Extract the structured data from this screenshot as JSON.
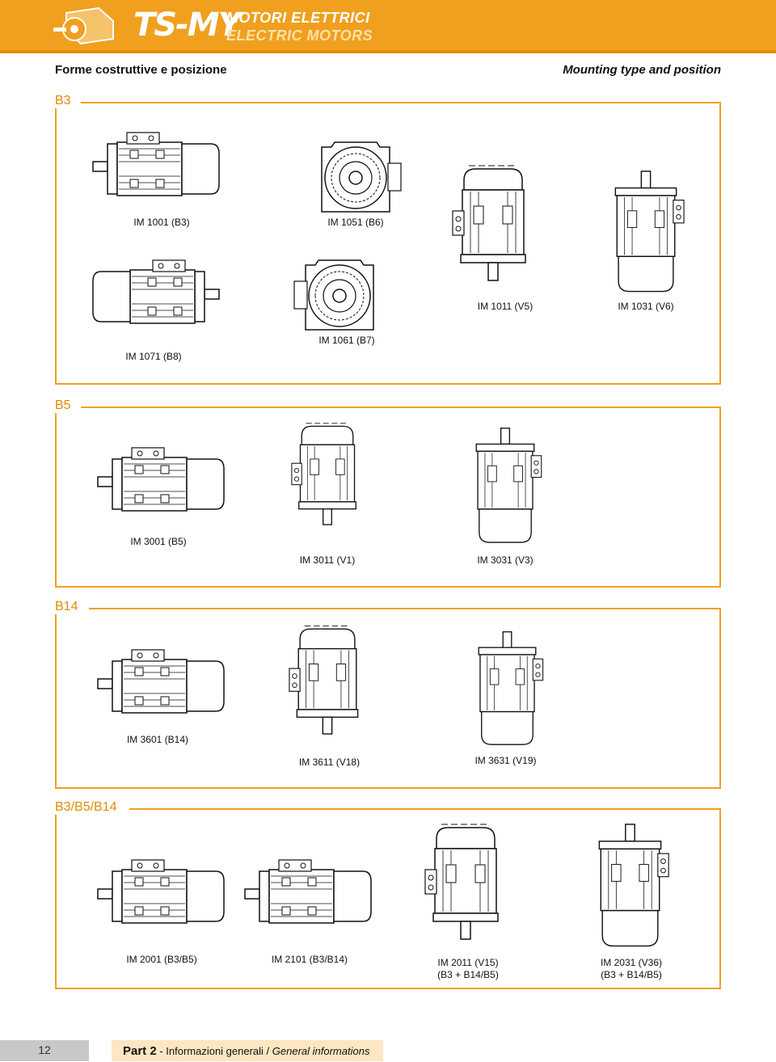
{
  "brand": {
    "name": "TS-MY",
    "line1": "MOTORI ELETTRICI",
    "line2": "ELECTRIC MOTORS"
  },
  "page_title": {
    "italian": "Forme costruttive e posizione",
    "english": "Mounting type and position"
  },
  "sections": {
    "b3": {
      "label": "B3",
      "items": [
        "IM 1001  (B3)",
        "IM 1051  (B6)",
        "IM 1011 (V5)",
        "IM 1031 (V6)",
        "IM 1071  (B8)",
        "IM 1061  (B7)"
      ]
    },
    "b5": {
      "label": "B5",
      "items": [
        "IM 3001  (B5)",
        "IM 3011  (V1)",
        "IM 3031  (V3)"
      ]
    },
    "b14": {
      "label": "B14",
      "items": [
        "IM 3601  (B14)",
        "IM 3611  (V18)",
        "IM 3631  (V19)"
      ]
    },
    "b3b5b14": {
      "label": "B3/B5/B14",
      "items": [
        "IM 2001 (B3/B5)",
        "IM 2101 (B3/B14)",
        "IM 2011  (V15)",
        "(B3 + B14/B5)",
        "IM 2031  (V36)",
        "(B3 + B14/B5)"
      ]
    }
  },
  "footer": {
    "page_number": "12",
    "part": "Part 2",
    "separator": " - ",
    "text_it": "Informazioni generali / ",
    "text_en": "General informations"
  },
  "colors": {
    "accent": "#f0a01e",
    "accent_dark": "#e58a00",
    "footer_gray": "#c8c8c8",
    "footer_peach": "#fde6c2"
  }
}
